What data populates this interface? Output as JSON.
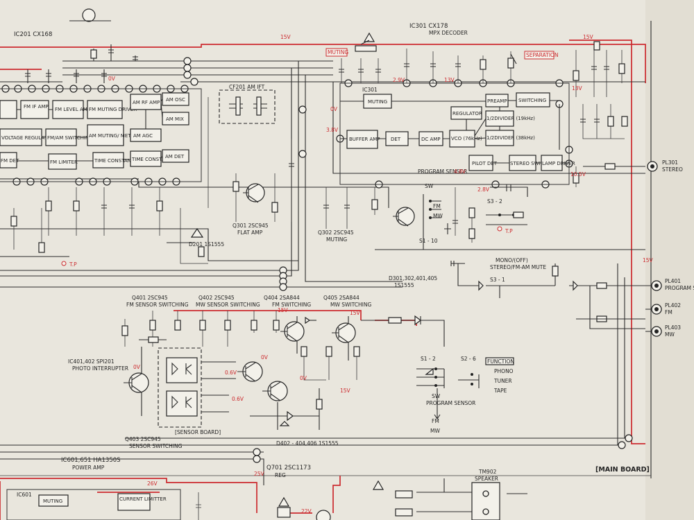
{
  "ic_labels": {
    "ic201": "IC201  CX168",
    "ic301": "IC301  CX178",
    "ic301_sub": "MPX DECODER",
    "ic601": "IC601,651  HA1350S",
    "ic601_sub": "POWER AMP",
    "q701": "Q701  2SC1173",
    "q701_sub": "REG",
    "ic401": "IC401,402  SPI201",
    "ic401_sub": "PHOTO INTERRUPTER"
  },
  "blocks": {
    "fm_if_amp": "FM IF AMP",
    "fm_level_amp": "FM LEVEL AMP",
    "fm_muting_driver": "FM MUTING DRIVER",
    "voltage_regulator": "VOLTAGE REGULATOR",
    "fm_am_switching": "FM/AM SWITCHING",
    "am_muting_meter_driver": "AM MUTING/ METER DRIVER",
    "am_rf_amp": "AM RF AMP",
    "am_osc": "AM OSC",
    "am_mix": "AM MIX",
    "am_agc": "AM AGC",
    "am_det": "AM DET",
    "fm_limiter": "FM LIMITER",
    "fm_det": "FM DET",
    "time_constant_1": "TIME CONSTANT",
    "time_constant_2": "TIME CONSTANT",
    "ic301_label": "IC301",
    "muting": "MUTING",
    "buffer_amp": "BUFFER AMP",
    "det": "DET",
    "dc_amp": "DC AMP",
    "vco": "VCO (76kHz)",
    "regulator": "REGULATOR",
    "preamp": "PREAMP",
    "switching": "SWITCHING",
    "div_19": "1/2DIVIDER (19kHz)",
    "div_38": "1/2DIVIDER (38kHz)",
    "pilot_det": "PILOT DET",
    "stereo_switching": "STEREO SWITCHING",
    "lamp_driver": "LAMP DRIVER",
    "ic601_muting": "MUTING",
    "current_limiter": "CURRENT LIMITTER",
    "cf201": "CF201  AM IFT"
  },
  "red_tags": {
    "muting": "MUTING",
    "separation": "SEPARATION"
  },
  "transistors": {
    "q301": "Q301  2SC945",
    "q301_sub": "FLAT AMP",
    "d201": "D201  1S1555",
    "q302": "Q302  2SC945",
    "q302_sub": "MUTING",
    "q401": "Q401  2SC945",
    "q401_sub": "FM SENSOR SWITCHING",
    "q402": "Q402  2SC945",
    "q402_sub": "MW SENSOR SWITCHING",
    "q404": "Q404  2SA844",
    "q404_sub": "FM  SWITCHING",
    "q405": "Q405  2SA844",
    "q405_sub": "MW  SWITCHING",
    "q403": "Q403  2SC945",
    "q403_sub": "SENSOR SWITCHING",
    "d301": "D301,302,401,405",
    "d301_sub": "1S1555",
    "d402": "D402 - 404,406  1S1555"
  },
  "boards": {
    "main": "[MAIN BOARD]",
    "sensor": "[SENSOR BOARD]"
  },
  "connectors": {
    "pl301": "PL301",
    "pl301_sub": "STEREO",
    "pl401": "PL401",
    "pl401_sub": "PROGRAM SENSOR",
    "pl402": "PL402",
    "pl402_sub": "FM",
    "pl403": "PL403",
    "pl403_sub": "MW",
    "tm902": "TM902",
    "tm902_sub": "SPEAKER"
  },
  "switches": {
    "s1_2": "S1 - 2",
    "s2_6": "S2 - 6",
    "function": "FUNCTION",
    "phono": "PHONO",
    "tuner": "TUNER",
    "tape": "TAPE",
    "sw": "SW",
    "program_sensor": "PROGRAM SENSOR",
    "fm": "FM",
    "mw": "MW",
    "s1_10": "S1 - 10",
    "s3_1": "S3 - 1",
    "s3_2": "S3 - 2",
    "mono_off": "MONO/(OFF)",
    "stereo_fm_am_mute": "STEREO/FM-AM MUTE",
    "program_sensor_top": "PROGRAM SENSOR"
  },
  "voltages": {
    "v15_a": "15V",
    "v15_b": "15V",
    "v15_c": "15V",
    "v15_d": "15V",
    "v15_e": "15V",
    "v15_f": "15V",
    "v0_a": "0V",
    "v0_b": "0V",
    "v0_c": "0V",
    "v0_d": "0V",
    "v0_e": "0V",
    "v06": "0.6V",
    "v06_b": "0.6V",
    "v25": "25V",
    "v26": "26V",
    "v22": "22V",
    "v48": "4.8V",
    "v38": "3.8V",
    "v28": "2.8V",
    "v29": "2.9V",
    "v13_a": "13V",
    "v13_b": "13V",
    "v105": "10.5V"
  },
  "misc": {
    "tp_1": "T.P",
    "tp_2": "T.P"
  }
}
